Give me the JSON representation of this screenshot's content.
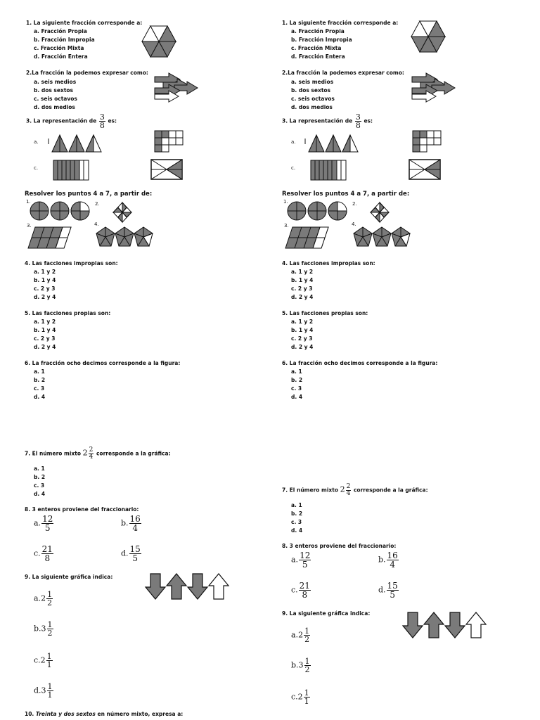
{
  "q1": {
    "question": "1. La siguiente fracción corresponde a:",
    "options": [
      "a. Fracción Propia",
      "b. Fracción Impropia",
      "c. Fracción Mixta",
      "d. Fracción Entera"
    ]
  },
  "q2": {
    "question": "2.La fracción la podemos expresar como:",
    "options": [
      "a. seis medios",
      "b. dos sextos",
      "c. seis octavos",
      "d. dos medios"
    ]
  },
  "q3": {
    "prefix": "3. La representación de",
    "num": "3",
    "den": "8",
    "suffix": "es:",
    "label_a": "a.",
    "label_c": "c."
  },
  "intro": {
    "prefix": "Resolver los puntos 4 a 7",
    "suffix": ", a partir de:",
    "fig_labels": [
      "1.",
      "2.",
      "3.",
      "4."
    ]
  },
  "q4": {
    "question": "4. Las facciones impropias son:",
    "options": [
      "a. 1 y 2",
      "b. 1 y 4",
      "c. 2 y 3",
      "d. 2 y 4"
    ]
  },
  "q5": {
    "question": "5. Las facciones propias son:",
    "options": [
      "a. 1 y 2",
      "b. 1 y 4",
      "c. 2 y 3",
      "d. 2 y 4"
    ]
  },
  "q6": {
    "question": "6. La fracción ocho decimos corresponde a la figura:",
    "options": [
      "a. 1",
      "b. 2",
      "c. 3",
      "d. 4"
    ]
  },
  "q7": {
    "prefix": "7. El número mixto",
    "whole": "2",
    "num": "2",
    "den": "4",
    "suffix": "corresponde a la gráfica:",
    "options": [
      "a. 1",
      "b. 2",
      "c. 3",
      "d. 4"
    ]
  },
  "q8": {
    "question": "8. 3 enteros proviene del fraccionario:",
    "options": [
      {
        "label": "a.",
        "num": "12",
        "den": "5"
      },
      {
        "label": "b.",
        "num": "16",
        "den": "4"
      },
      {
        "label": "c.",
        "num": "21",
        "den": "8"
      },
      {
        "label": "d.",
        "num": "15",
        "den": "5"
      }
    ]
  },
  "q9": {
    "question": "9. La siguiente gráfica indica:",
    "options": [
      {
        "label": "a.",
        "whole": "2",
        "num": "1",
        "den": "2"
      },
      {
        "label": "b.",
        "whole": "3",
        "num": "1",
        "den": "2"
      },
      {
        "label": "c.",
        "whole": "2",
        "num": "1",
        "den": "1"
      },
      {
        "label": "d.",
        "whole": "3",
        "num": "1",
        "den": "1"
      }
    ]
  },
  "q10": {
    "number": "10.",
    "italic": "Treinta y dos sextos",
    "rest": "en número mixto, expresa a:"
  },
  "colors": {
    "fill": "#7a7a7a",
    "line": "#111111",
    "paper": "#ffffff"
  }
}
